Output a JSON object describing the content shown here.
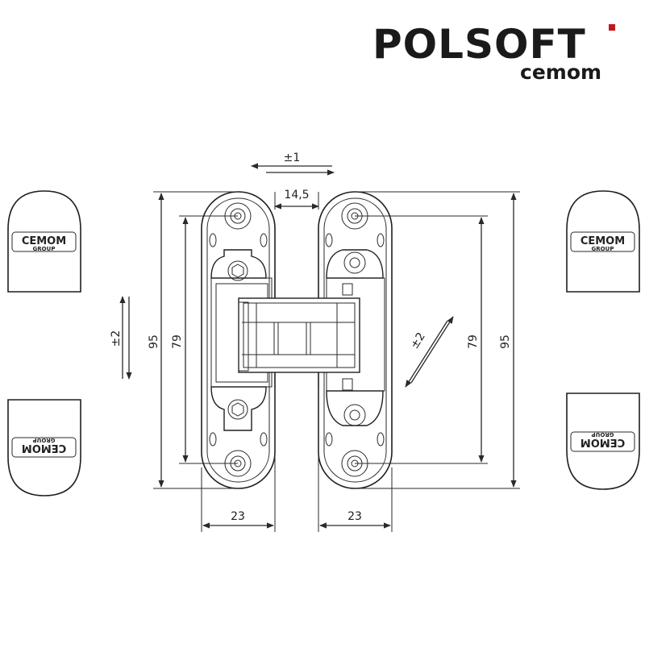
{
  "logo": {
    "brand": "POLSOFT",
    "sub": "cemom"
  },
  "dimensions": {
    "adjust_top": "±1",
    "gap": "14,5",
    "height_outer_left": "95",
    "height_inner_left": "79",
    "height_inner_right": "79",
    "height_outer_right": "95",
    "width_left": "23",
    "width_right": "23",
    "adjust_left": "±2",
    "adjust_diag": "±2"
  },
  "caps": {
    "label": "CEMOM",
    "sub_label": "GROUP"
  },
  "colors": {
    "line": "#2a2a2a",
    "logo_accent": "#c4161c"
  }
}
